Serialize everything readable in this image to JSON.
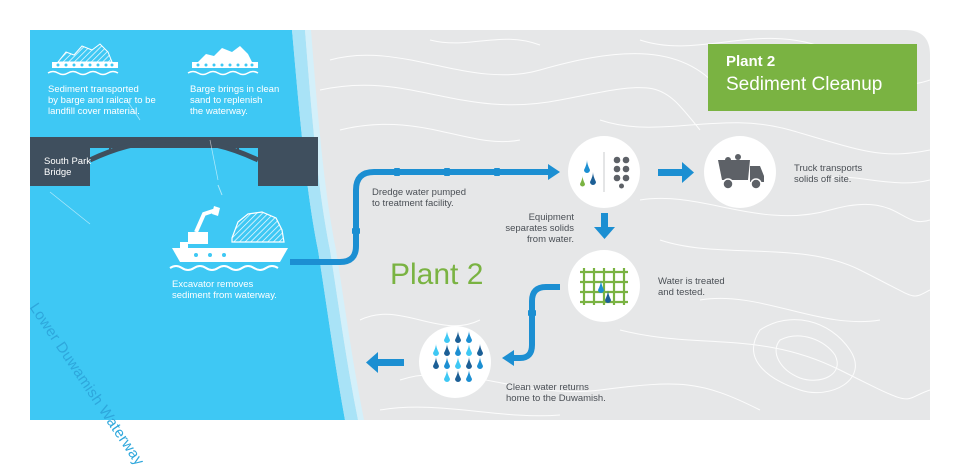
{
  "title": {
    "line1": "Plant 2",
    "line2": "Sediment Cleanup"
  },
  "plant_label": "Plant 2",
  "river_label": "Lower Duwamish Waterway",
  "bridge_label": [
    "South Park",
    "Bridge"
  ],
  "steps": {
    "barge_railcar": [
      "Sediment transported",
      "by barge and railcar to be",
      "landfill cover material."
    ],
    "barge_sand": [
      "Barge brings in clean",
      "sand to replenish",
      "the waterway."
    ],
    "excavator": [
      "Excavator removes",
      "sediment from waterway."
    ],
    "dredge_water": [
      "Dredge water pumped",
      "to treatment facility."
    ],
    "equipment": [
      "Equipment",
      "separates solids",
      "from water."
    ],
    "truck": [
      "Truck transports",
      "solids off site."
    ],
    "treated": [
      "Water is treated",
      "and tested."
    ],
    "clean_water": [
      "Clean water returns",
      "home to the Duwamish."
    ]
  },
  "colors": {
    "water": "#3ec8f4",
    "water_light": "#a9e3f7",
    "land": "#e6e7e8",
    "pipe": "#1c8fd2",
    "arrow": "#1c8fd2",
    "green": "#7ab342",
    "bridge": "#3f4f5e",
    "gray_icon": "#5d6167",
    "dark_drop": "#1c5f96"
  },
  "icons": [
    "barge-icon",
    "bridge-icon",
    "excavator-boat-icon",
    "separator-icon",
    "truck-icon",
    "filter-grid-icon",
    "water-drops-icon"
  ]
}
